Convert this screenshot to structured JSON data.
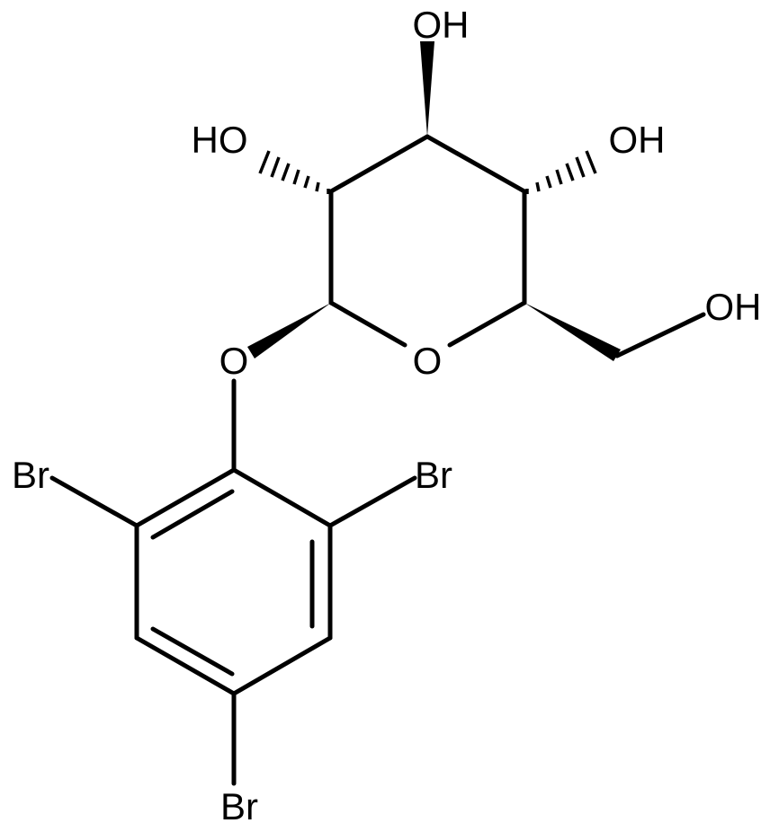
{
  "atoms": {
    "oh_top": "OH",
    "ho_left": "HO",
    "oh_right": "OH",
    "oh_ch2": "OH",
    "o_ring": "O",
    "o_glycosidic": "O",
    "br_left": "Br",
    "br_right": "Br",
    "br_bottom": "Br"
  }
}
